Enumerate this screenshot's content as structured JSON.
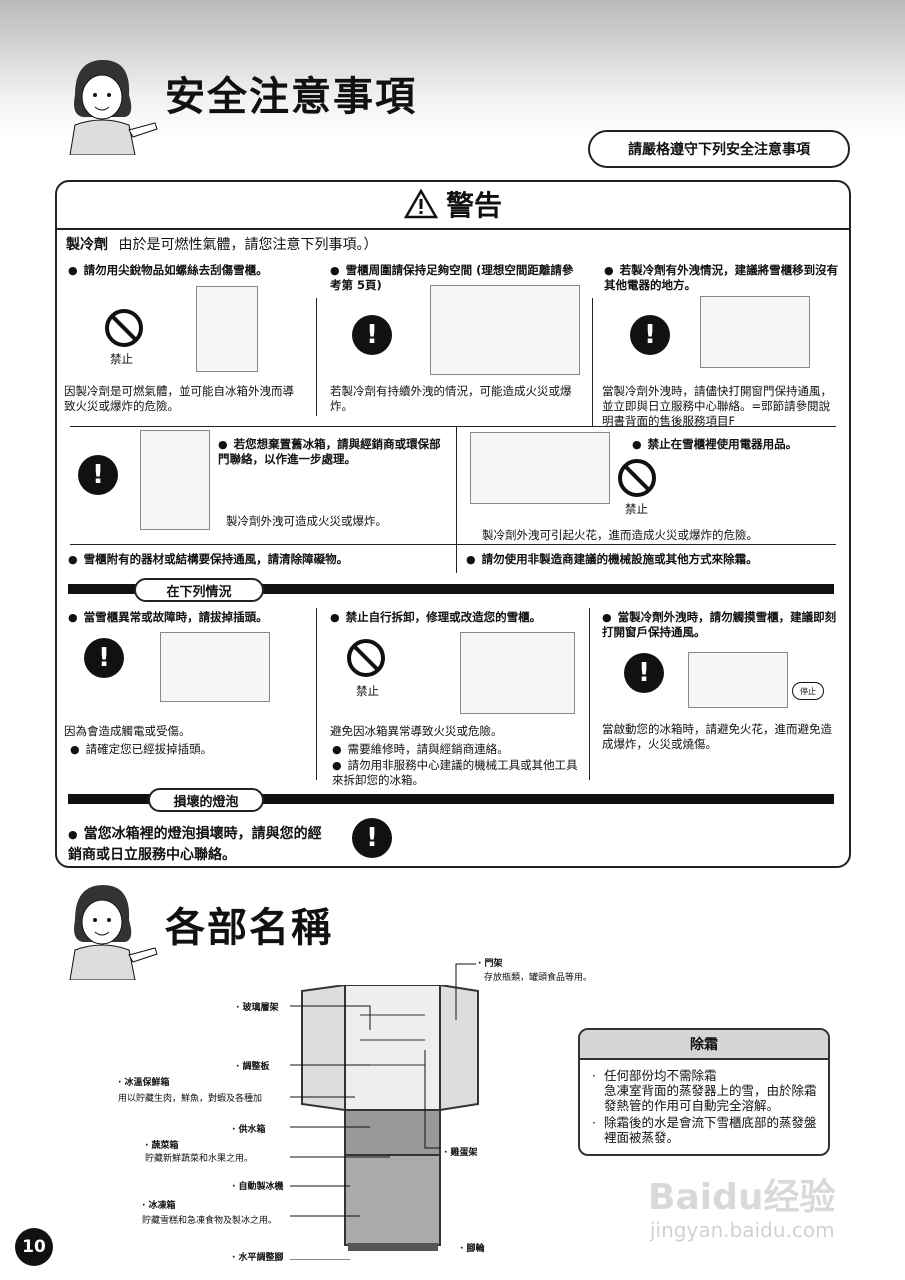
{
  "header": {
    "title": "安全注意事項",
    "notice_pill": "請嚴格遵守下列安全注意事項"
  },
  "warning": {
    "title": "警告",
    "refrigerant_label": "製冷劑",
    "refrigerant_text": "由於是可燃性氣體，請您注意下列事項。）",
    "row1": [
      {
        "head": "請勿用尖銳物品如螺絲去刮傷雪櫃。",
        "symbol_label": "禁止",
        "desc": "因製冷劑是可燃氣體，並可能自冰箱外洩而導致火災或爆炸的危險。"
      },
      {
        "head": "雪櫃周圍請保持足夠空間 (理想空間距離請參考第  5頁)",
        "desc": "若製冷劑有持續外洩的情況，可能造成火災或爆炸。"
      },
      {
        "head": "若製冷劑有外洩情況，建議將雪櫃移到沒有其他電器的地方。",
        "desc": "當製冷劑外洩時，請儘快打開窗門保持通風，並立即與日立服務中心聯絡。=郖節請參閱說明書背面的售後服務項目F"
      }
    ],
    "row2": [
      {
        "head": "若您想棄置舊冰箱，請與經銷商或環保部門聯絡，以作進一步處理。",
        "desc": "製冷劑外洩可造成火災或爆炸。"
      },
      {
        "head": "禁止在雪櫃裡使用電器用品。",
        "symbol_label": "禁止",
        "desc": "製冷劑外洩可引起火花，進而造成火災或爆炸的危險。"
      }
    ],
    "row3": [
      "雪櫃附有的器材或結構要保持通風，請清除障礙物。",
      "請勿使用非製造商建議的機械設施或其他方式來除霜。"
    ],
    "section_conditions": "在下列情況",
    "row4": [
      {
        "head": "當雪櫃異常或故障時，請拔掉插頭。",
        "desc": "因為會造成觸電或受傷。",
        "bullets": [
          "請確定您已經拔掉插頭。"
        ]
      },
      {
        "head": "禁止自行拆卸，修理或改造您的雪櫃。",
        "symbol_label": "禁止",
        "desc": "避免因冰箱異常導致火災或危險。",
        "bullets": [
          "需要維修時，請與經銷商連絡。",
          "請勿用非服務中心建議的機械工具或其他工具來拆卸您的冰箱。"
        ]
      },
      {
        "head": "當製冷劑外洩時，請勿觸摸雪櫃，建議即刻打開窗戶保持通風。",
        "desc": "當啟動您的冰箱時，請避免火花，進而避免造成爆炸，火災或燒傷。"
      }
    ],
    "section_bulb": "損壞的燈泡",
    "bulb_text": "當您冰箱裡的燈泡損壞時，請與您的經銷商或日立服務中心聯絡。",
    "stop_label": "停止"
  },
  "parts": {
    "title": "各部名稱",
    "labels": {
      "door_rack": "· 門架",
      "door_rack_desc": "存放瓶類，罐頭食品等用。",
      "glass_shelf": "· 玻璃層架",
      "adjust_plate": "· 調整板",
      "chill_box": "· 冰溫保鮮箱",
      "chill_box_desc": "用以貯藏生肉，鮮魚，對蝦及各種加",
      "water_box": "· 供水箱",
      "veg_box": "· 蔬菜箱",
      "veg_box_desc": "貯藏新鮮蔬菜和水果之用。",
      "egg_rack": "· 雞蛋架",
      "ice_maker": "· 自動製冰機",
      "freezer": "· 冰凍箱",
      "freezer_desc": "貯藏雪糕和急凍食物及製冰之用。",
      "leveler": "· 水平調整腳",
      "caster": "· 腳輪"
    }
  },
  "defrost": {
    "title": "除霜",
    "items": [
      "任何部份均不需除霜\n急凍室背面的蒸發器上的雪，由於除霜發熱管的作用可自動完全溶解。",
      "除霜後的水是會流下雪櫃底部的蒸發盤裡面被蒸發。"
    ]
  },
  "page_number": "10",
  "watermark": {
    "brand": "Baidu经验",
    "url": "jingyan.baidu.com"
  }
}
